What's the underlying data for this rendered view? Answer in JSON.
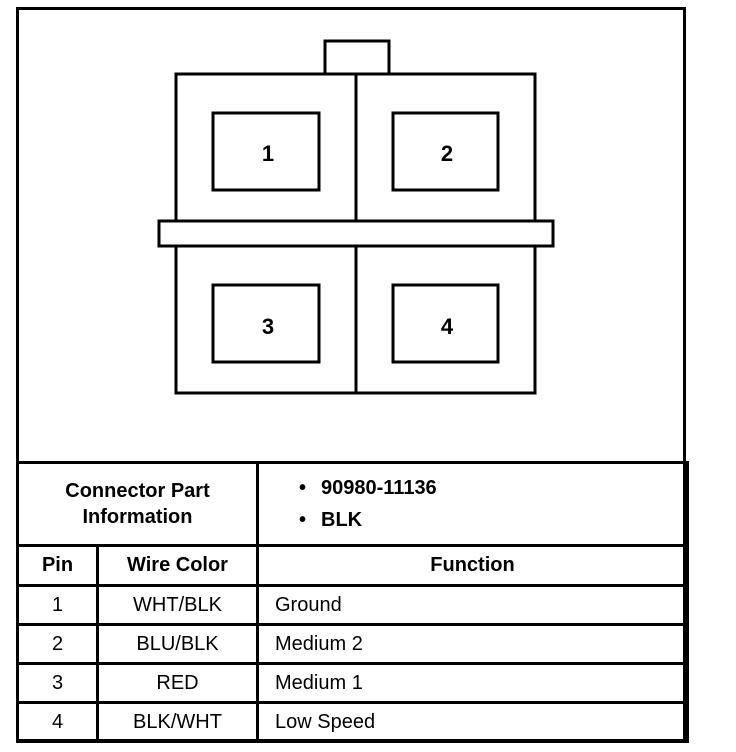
{
  "connector": {
    "pins": [
      "1",
      "2",
      "3",
      "4"
    ]
  },
  "part_info": {
    "label_line1": "Connector Part",
    "label_line2": "Information",
    "values": [
      "90980-11136",
      "BLK"
    ]
  },
  "table": {
    "headers": {
      "pin": "Pin",
      "wire_color": "Wire Color",
      "function": "Function"
    },
    "rows": [
      {
        "pin": "1",
        "wire_color": "WHT/BLK",
        "function": "Ground"
      },
      {
        "pin": "2",
        "wire_color": "BLU/BLK",
        "function": "Medium 2"
      },
      {
        "pin": "3",
        "wire_color": "RED",
        "function": "Medium 1"
      },
      {
        "pin": "4",
        "wire_color": "BLK/WHT",
        "function": "Low Speed"
      }
    ]
  }
}
